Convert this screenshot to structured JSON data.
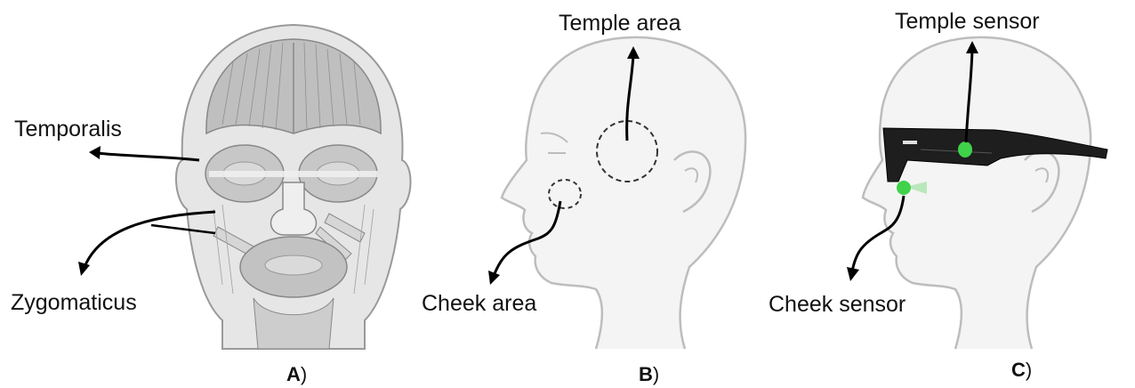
{
  "panels": [
    {
      "letter": "A",
      "paren": ")",
      "labels": {
        "upper": "Temporalis",
        "lower": "Zygomaticus"
      }
    },
    {
      "letter": "B",
      "paren": ")",
      "labels": {
        "upper": "Temple area",
        "lower": "Cheek area"
      }
    },
    {
      "letter": "C",
      "paren": ")",
      "labels": {
        "upper": "Temple sensor",
        "lower": "Cheek sensor"
      }
    }
  ],
  "colors": {
    "sensor": "#3fd24a",
    "outline": "#bdbdbd",
    "skin": "#f4f4f4",
    "glasses": "#1e1e1e",
    "muscle": "#9a9a9a"
  }
}
